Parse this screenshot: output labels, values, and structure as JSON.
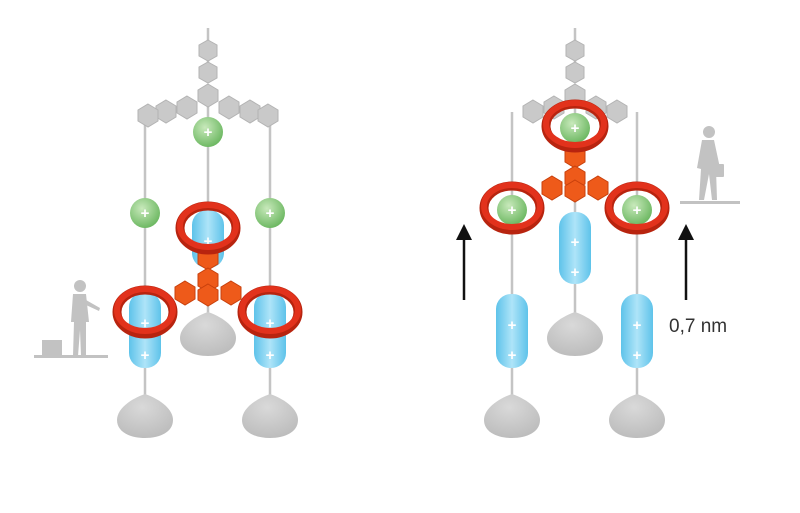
{
  "diagram": {
    "distance_label": "0,7 nm",
    "ion_symbol": "+",
    "panels": [
      {
        "id": "left",
        "state": "rings-on-lower-blue-cylinders"
      },
      {
        "id": "right",
        "state": "rings-on-upper-green-beads-raised"
      }
    ],
    "colors": {
      "gray": "#c9c9c9",
      "gray_dark": "#b5b5b5",
      "line": "#bdbdbd",
      "green": "#7cc46f",
      "green_light": "#b9e1a9",
      "blue": "#5fc8ee",
      "blue_light": "#a9e2f7",
      "red": "#e2321c",
      "red_dark": "#b8240f",
      "orange": "#ee5a1a",
      "arrow": "#111111"
    }
  }
}
